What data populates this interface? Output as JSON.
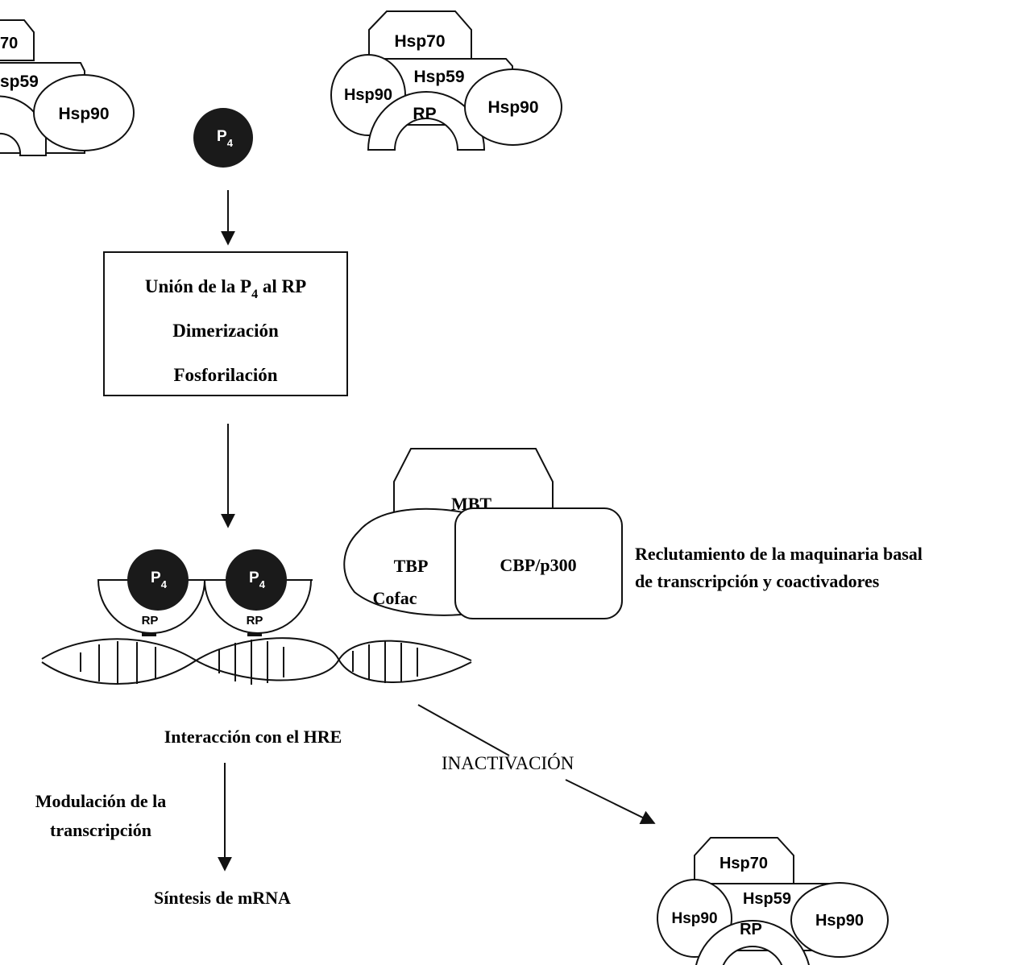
{
  "complex": {
    "hsp70": "Hsp70",
    "hsp59": "Hsp59",
    "hsp90": "Hsp90",
    "rp": "RP",
    "hsp70_partial": "70",
    "hsp59_partial": "sp59"
  },
  "hormone": {
    "label": "P",
    "sub": "4"
  },
  "step_box": {
    "line1_a": "Unión de la P",
    "line1_sub": "4",
    "line1_b": " al RP",
    "line2": "Dimerización",
    "line3": "Fosforilación"
  },
  "bound": {
    "rp": "RP"
  },
  "machinery": {
    "mbt": "MBT",
    "tbp": "TBP",
    "cofac": "Cofac",
    "cbp": "CBP/p300",
    "note_line1": "Reclutamiento de la maquinaria basal",
    "note_line2": "de transcripción y coactivadores"
  },
  "labels": {
    "hre": "Interacción con el HRE",
    "inactivation": "INACTIVACIÓN",
    "modulation_line1": "Modulación de la",
    "modulation_line2": "transcripción",
    "synthesis": "Síntesis de mRNA"
  },
  "colors": {
    "ink": "#111111",
    "hormone_fill": "#1a1a1a",
    "background": "#ffffff"
  }
}
